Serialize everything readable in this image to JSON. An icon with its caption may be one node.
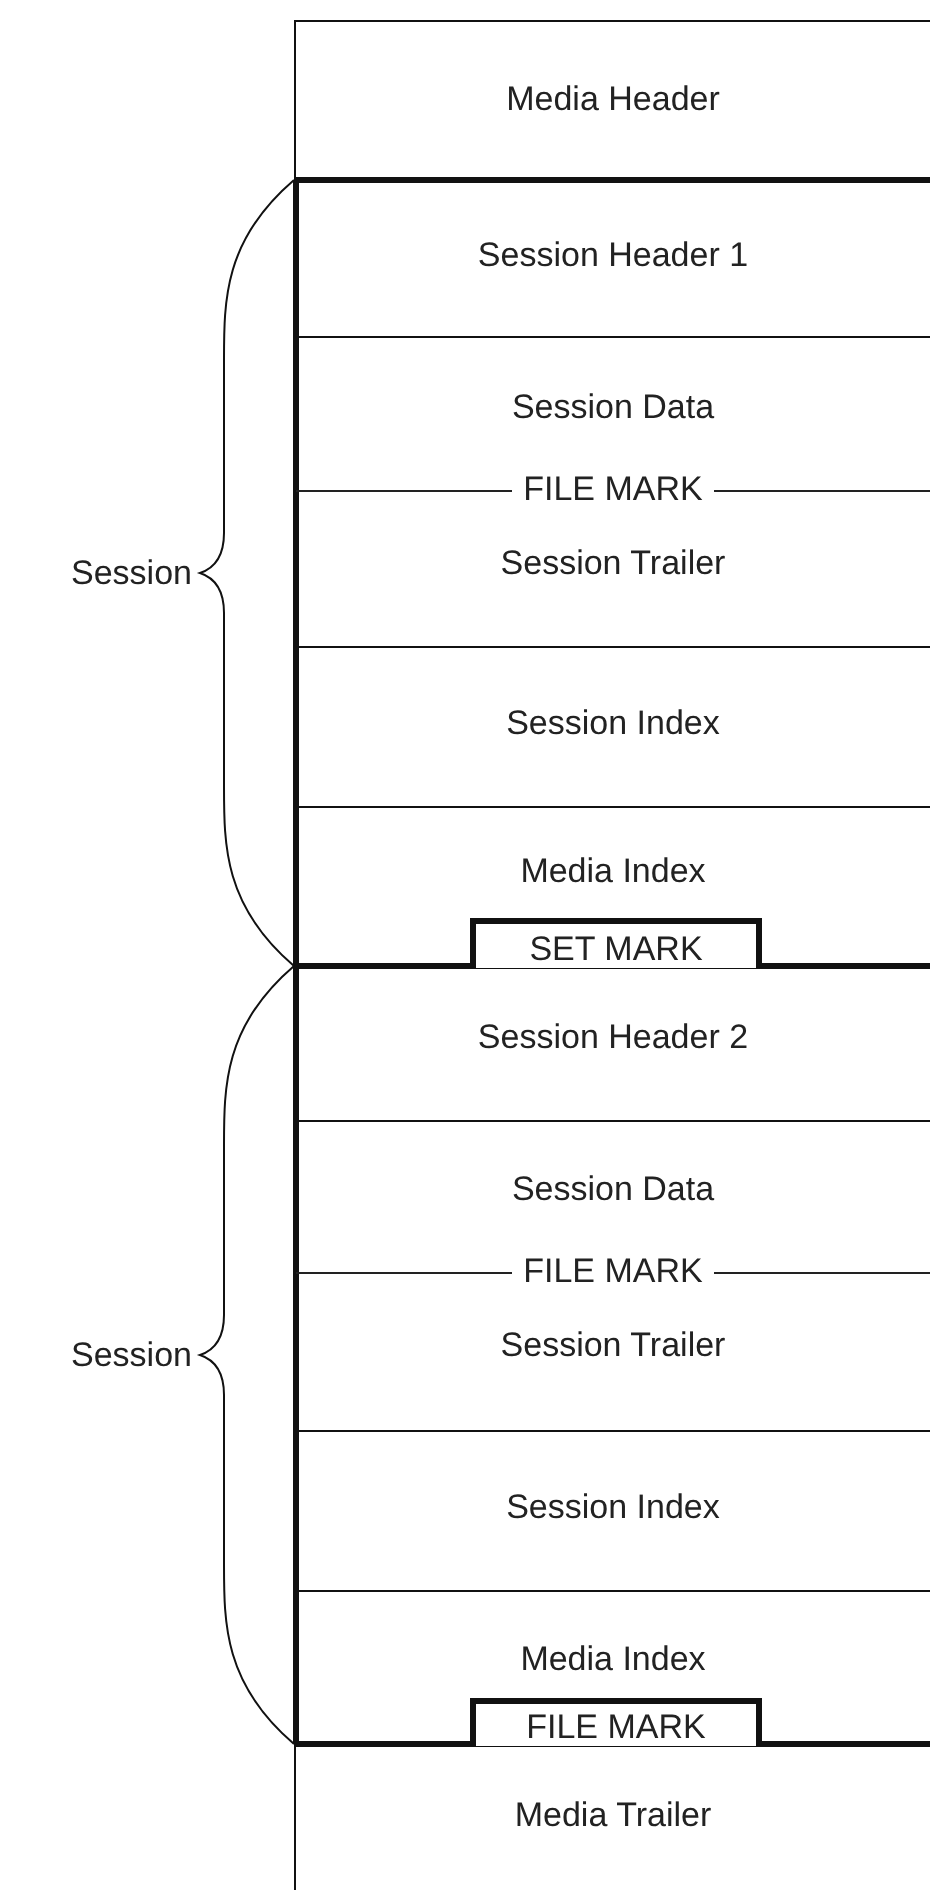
{
  "diagram": {
    "nodes": [
      {
        "text": [
          "Media Header"
        ]
      },
      {
        "text": [
          "Session Header 1"
        ]
      },
      {
        "text": [
          "Session Data",
          "FILE MARK",
          "Session Trailer"
        ]
      },
      {
        "text": [
          "Session Index"
        ]
      },
      {
        "text": [
          "Media Index"
        ]
      },
      {
        "text": [
          "SET MARK"
        ],
        "in": 4
      },
      {
        "text": [
          "Session Header 2"
        ]
      },
      {
        "text": [
          "Session Data",
          "FILE MARK",
          "Session Trailer"
        ]
      },
      {
        "text": [
          "Session Index"
        ]
      },
      {
        "text": [
          "Media Index"
        ]
      },
      {
        "text": [
          "FILE MARK"
        ],
        "in": 9
      },
      {
        "text": [
          "Media Trailer"
        ]
      }
    ],
    "edges": [],
    "labels": [
      "Session",
      "Session"
    ]
  }
}
